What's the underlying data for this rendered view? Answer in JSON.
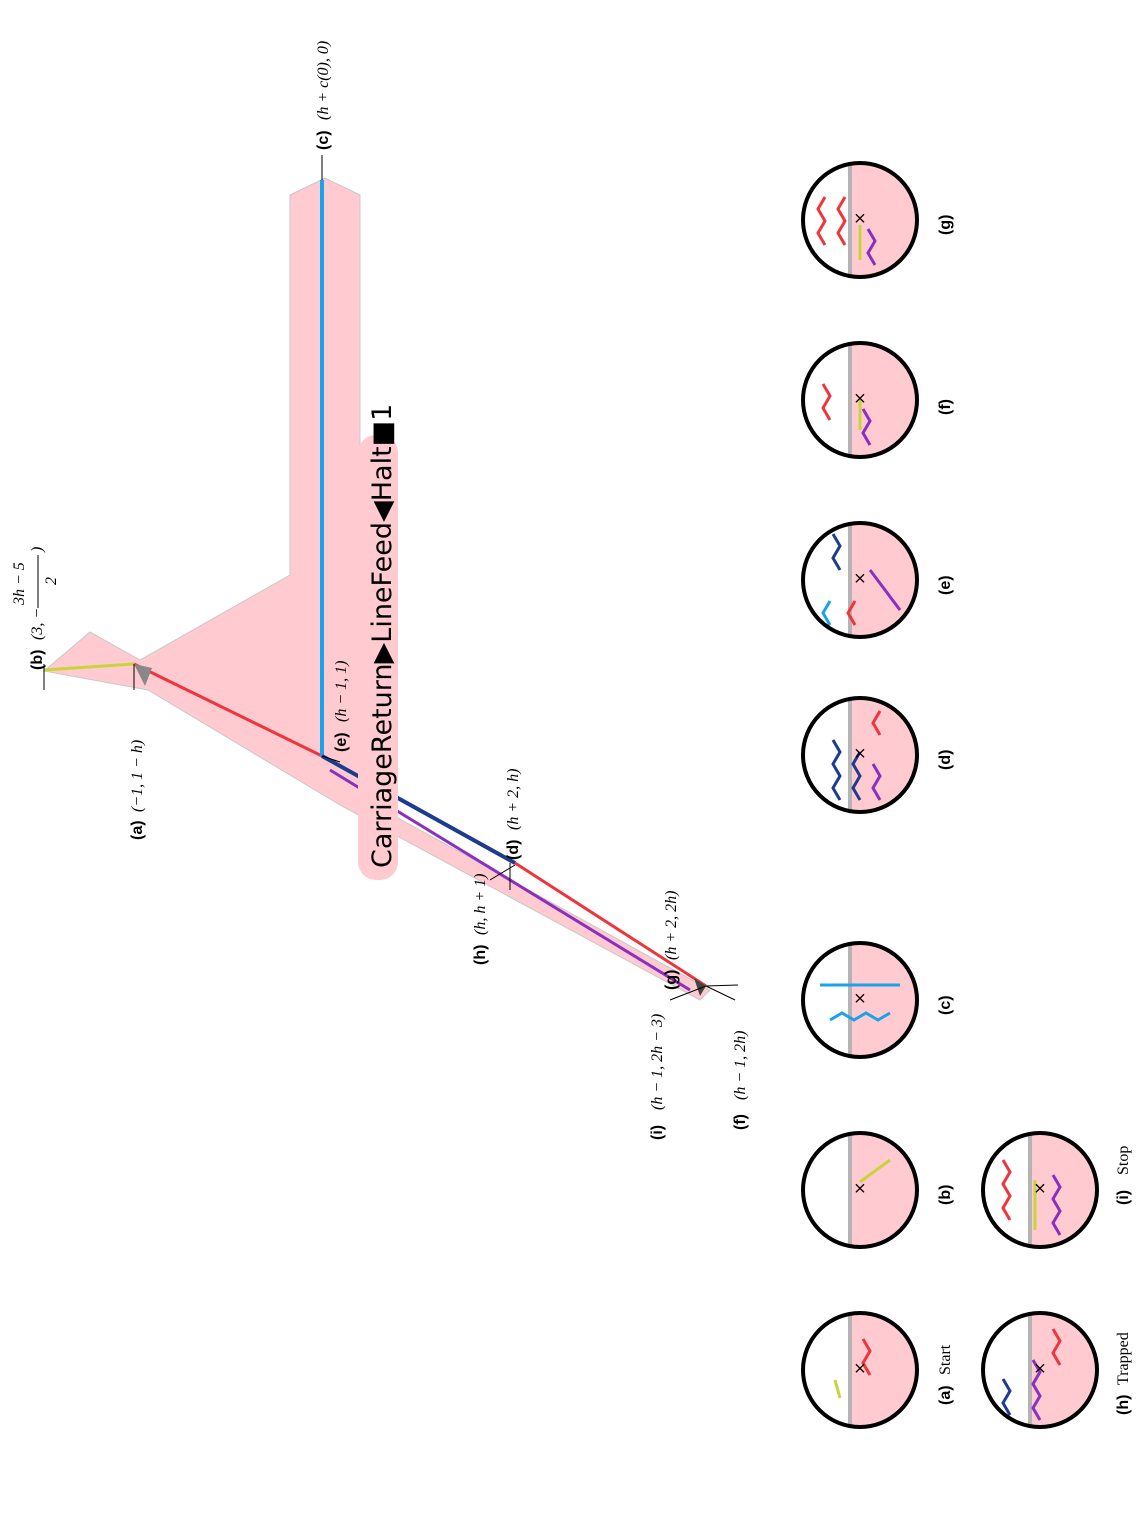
{
  "diagram": {
    "labels": {
      "a": {
        "tag": "(a)",
        "coord": "(−1, 1 − h)"
      },
      "b": {
        "tag": "(b)",
        "coord_open": "(3, −",
        "coord_num": "3h − 5",
        "coord_den": "2",
        "coord_close": ")"
      },
      "c": {
        "tag": "(c)",
        "coord": "(h + c(0), 0)"
      },
      "d": {
        "tag": "(d)",
        "coord": "(h + 2, h)"
      },
      "e": {
        "tag": "(e)",
        "coord": "(h − 1, 1)"
      },
      "f": {
        "tag": "(f)",
        "coord": "(h − 1, 2h)"
      },
      "g": {
        "tag": "(g)",
        "coord": "(h + 2, 2h)"
      },
      "h": {
        "tag": "(h)",
        "coord": "(h, h + 1)"
      },
      "i": {
        "tag": "(i)",
        "coord": "(h − 1, 2h − 3)"
      }
    },
    "banner": {
      "text": "CarriageReturn▶LineFeed◀Halt■1"
    }
  },
  "insets": [
    {
      "tag": "(a)",
      "caption": "Start"
    },
    {
      "tag": "(b)",
      "caption": ""
    },
    {
      "tag": "(c)",
      "caption": ""
    },
    {
      "tag": "(d)",
      "caption": ""
    },
    {
      "tag": "(e)",
      "caption": ""
    },
    {
      "tag": "(f)",
      "caption": ""
    },
    {
      "tag": "(g)",
      "caption": ""
    },
    {
      "tag": "(h)",
      "caption": "Trapped"
    },
    {
      "tag": "(i)",
      "caption": "Stop"
    }
  ],
  "marker": "×",
  "colors": {
    "tube": "#ffcad0",
    "tube_edge": "#c8c8c8",
    "yellow": "#c8d43a",
    "red": "#f0343c",
    "blue": "#1aa3e8",
    "navy": "#1d3b8f",
    "purple": "#8a2fbf",
    "gray": "#b4b4b4"
  }
}
